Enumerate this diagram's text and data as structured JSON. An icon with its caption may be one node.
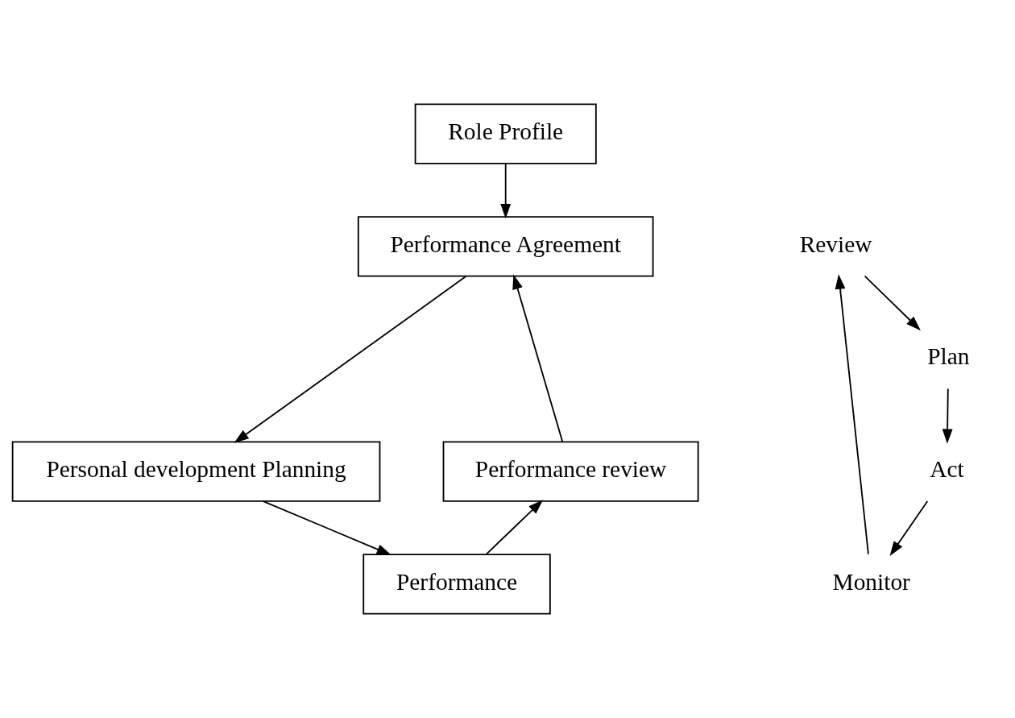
{
  "diagram": {
    "nodes": [
      {
        "text": [
          "Role Profile"
        ]
      },
      {
        "text": [
          "Performance Agreement"
        ]
      },
      {
        "text": [
          "Personal development Planning"
        ]
      },
      {
        "text": [
          "Performance"
        ]
      },
      {
        "text": [
          "Performance review"
        ]
      },
      {
        "text": [
          "Plan"
        ]
      },
      {
        "text": [
          "Act"
        ]
      },
      {
        "text": [
          "Monitor"
        ]
      },
      {
        "text": [
          "Review"
        ]
      }
    ],
    "edges": [
      {
        "from": 0,
        "to": 1,
        "arrow": "to"
      },
      {
        "from": 1,
        "to": 2,
        "arrow": "to"
      },
      {
        "from": 2,
        "to": 3,
        "arrow": "to"
      },
      {
        "from": 3,
        "to": 4,
        "arrow": "to"
      },
      {
        "from": 4,
        "to": 1,
        "arrow": "to"
      },
      {
        "from": 5,
        "to": 6,
        "arrow": "to"
      },
      {
        "from": 6,
        "to": 7,
        "arrow": "to"
      },
      {
        "from": 7,
        "to": 8,
        "arrow": "to"
      },
      {
        "from": 8,
        "to": 5,
        "arrow": "to"
      }
    ]
  }
}
